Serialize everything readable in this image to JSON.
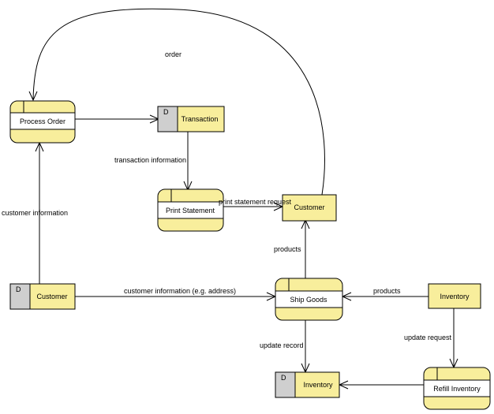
{
  "processes": {
    "process_order": "Process Order",
    "print_statement": "Print Statement",
    "ship_goods": "Ship Goods",
    "refill_inventory": "Refill Inventory"
  },
  "entities": {
    "customer": "Customer",
    "inventory": "Inventory"
  },
  "stores": {
    "transaction": {
      "id": "D",
      "label": "Transaction"
    },
    "customer": {
      "id": "D",
      "label": "Customer"
    },
    "inventory": {
      "id": "D",
      "label": "Inventory"
    }
  },
  "flows": {
    "order": "order",
    "transaction_information": "transaction information",
    "print_statement_request": "print statement request",
    "customer_information": "customer information",
    "customer_information_address": "customer information (e.g. address)",
    "products_up": "products",
    "products_left": "products",
    "update_record": "update record",
    "update_request": "update request"
  }
}
